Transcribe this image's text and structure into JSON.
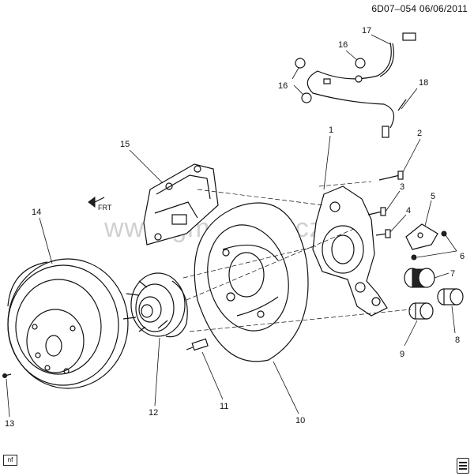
{
  "header": {
    "title": "6D07–054  06/06/2011"
  },
  "watermark": "www.gm-sklad.cz",
  "direction_label": "FRT",
  "corner_tag": "nf",
  "callouts": [
    {
      "id": "c1",
      "label": "1"
    },
    {
      "id": "c2",
      "label": "2"
    },
    {
      "id": "c3",
      "label": "3"
    },
    {
      "id": "c4",
      "label": "4"
    },
    {
      "id": "c5",
      "label": "5"
    },
    {
      "id": "c6",
      "label": "6"
    },
    {
      "id": "c7",
      "label": "7"
    },
    {
      "id": "c8",
      "label": "8"
    },
    {
      "id": "c9",
      "label": "9"
    },
    {
      "id": "c10",
      "label": "10"
    },
    {
      "id": "c11",
      "label": "11"
    },
    {
      "id": "c12",
      "label": "12"
    },
    {
      "id": "c13",
      "label": "13"
    },
    {
      "id": "c14",
      "label": "14"
    },
    {
      "id": "c15",
      "label": "15"
    },
    {
      "id": "c16a",
      "label": "16"
    },
    {
      "id": "c16b",
      "label": "16"
    },
    {
      "id": "c17",
      "label": "17"
    },
    {
      "id": "c18",
      "label": "18"
    }
  ],
  "colors": {
    "ink": "#111111",
    "watermark": "#d0d0d0",
    "background": "#ffffff"
  }
}
